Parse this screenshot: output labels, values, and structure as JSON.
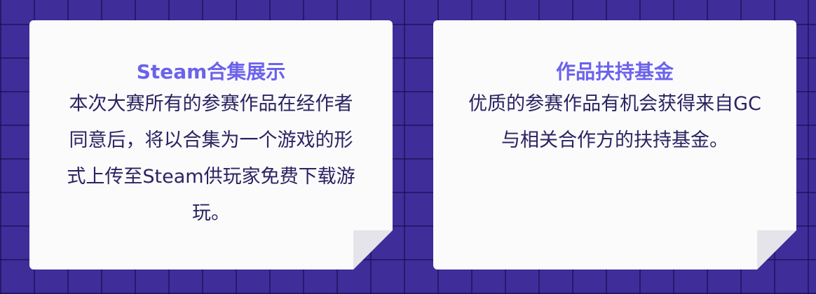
{
  "cards": [
    {
      "title": "Steam合集展示",
      "body": "本次大赛所有的参赛作品在经作者同意后，将以合集为一个游戏的形式上传至Steam供玩家免费下载游玩。"
    },
    {
      "title": "作品扶持基金",
      "body": "优质的参赛作品有机会获得来自GC与相关合作方的扶持基金。"
    }
  ],
  "colors": {
    "background": "#3f2d99",
    "card": "#fbfbfc",
    "title": "#6b62ec",
    "body": "#2a2360",
    "fold": "#e4e4ea"
  }
}
